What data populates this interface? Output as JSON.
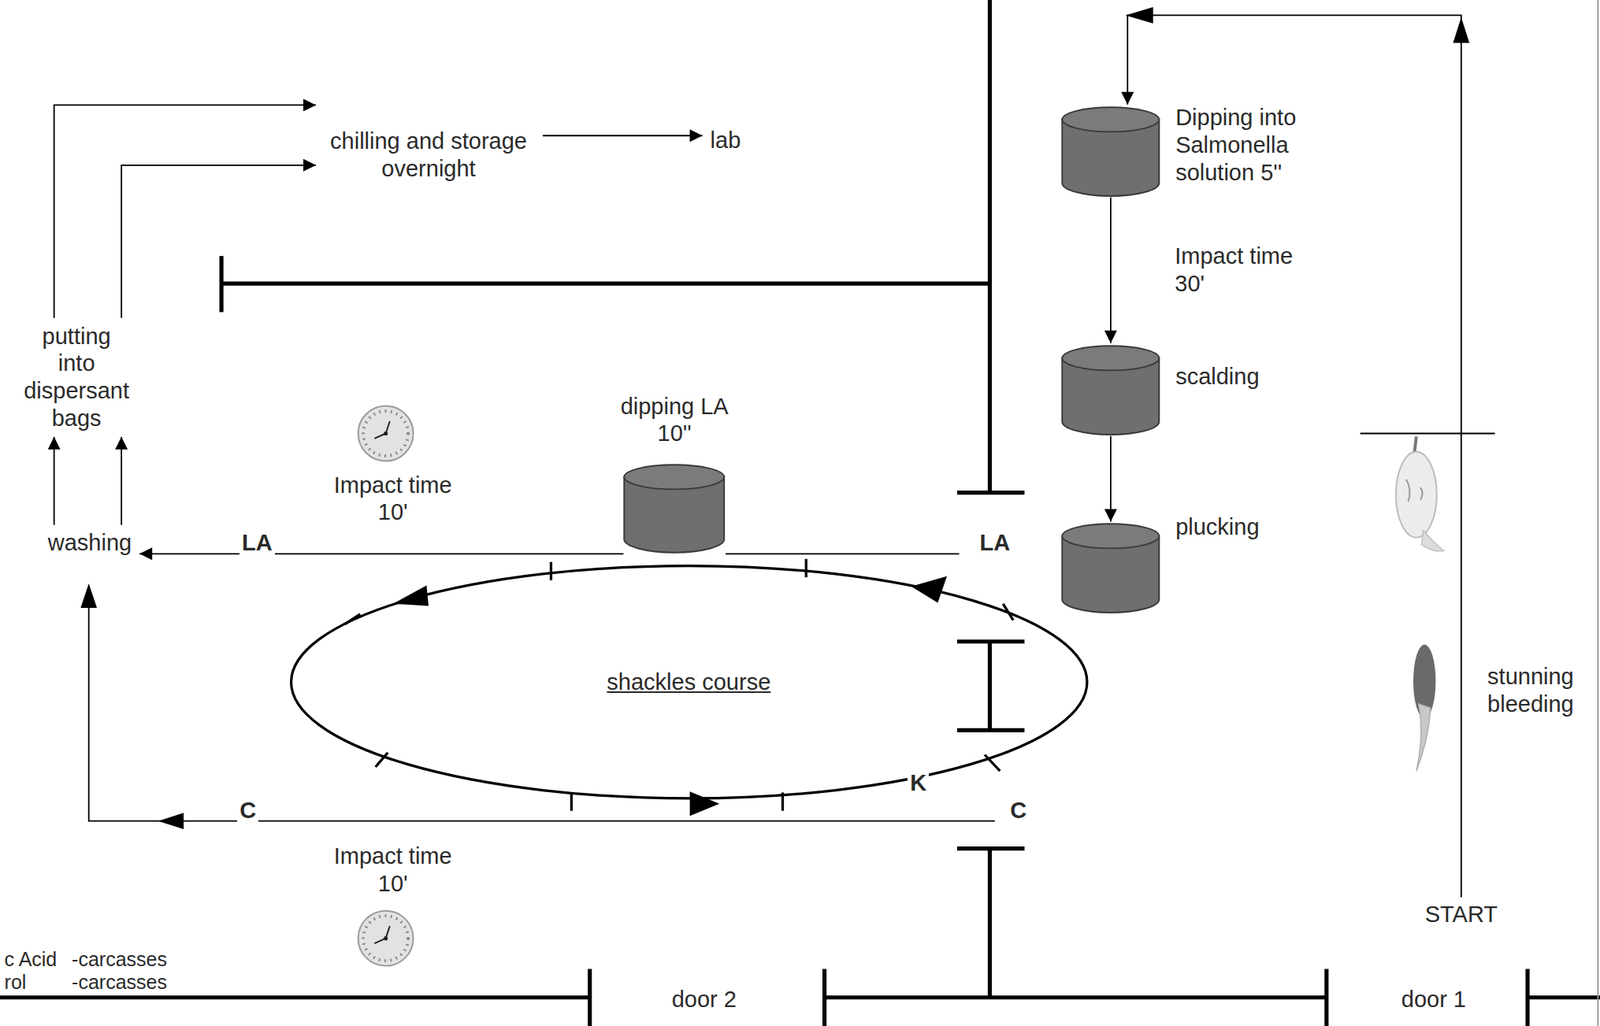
{
  "diagram": {
    "nodes": [
      {
        "text": [
          "Dipping into Salmonella solution 5''"
        ]
      },
      {
        "text": [
          "scalding"
        ]
      },
      {
        "text": [
          "plucking"
        ]
      },
      {
        "text": [
          "dipping LA 10''"
        ]
      },
      {
        "text": [
          "shackles course"
        ]
      },
      {
        "text": [
          "washing"
        ]
      },
      {
        "text": [
          "putting into dispersant bags"
        ]
      },
      {
        "text": [
          "chilling and storage overnight"
        ]
      },
      {
        "text": [
          "lab"
        ]
      },
      {
        "text": [
          "START"
        ]
      }
    ],
    "edges": [
      {
        "from": 9,
        "to": 0,
        "arrow": "to"
      },
      {
        "from": 0,
        "to": 1,
        "arrow": "to",
        "label": "Impact time 30'"
      },
      {
        "from": 1,
        "to": 2,
        "arrow": "to"
      },
      {
        "from": 3,
        "to": 5,
        "arrow": "to"
      },
      {
        "from": 5,
        "to": 6,
        "arrow": "to"
      },
      {
        "from": 5,
        "to": 6,
        "arrow": "to"
      },
      {
        "from": 6,
        "to": 7,
        "arrow": "to"
      },
      {
        "from": 6,
        "to": 7,
        "arrow": "to"
      },
      {
        "from": 7,
        "to": 8,
        "arrow": "to"
      }
    ],
    "labels": [
      "Impact time 10'",
      "Impact time 10'",
      "LA",
      "LA",
      "C",
      "C",
      "K",
      "stunning bleeding",
      "door 2",
      "door 1",
      "c Acid",
      "-carcasses",
      "rol",
      "-carcasses"
    ]
  }
}
